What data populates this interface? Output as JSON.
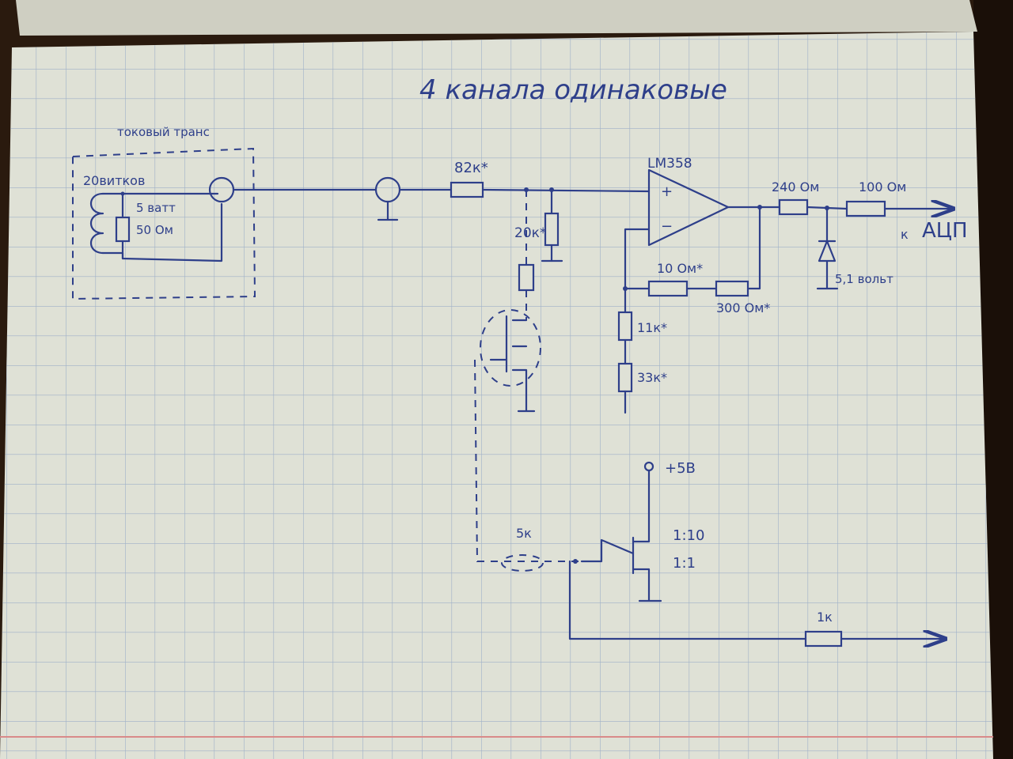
{
  "title": "4 канала одинаковые",
  "labels": {
    "transformer": "токовый транс",
    "turns": "20витков",
    "r_burden_power": "5 ватт",
    "r_burden_value": "50 Ом",
    "r_in": "82к*",
    "opamp": "LM358",
    "r_gnd": "20к*",
    "r_fb1": "10 Ом*",
    "r_fb2": "300 Ом*",
    "r_11k": "11к*",
    "r_33k": "33к*",
    "r_out1": "240 Ом",
    "r_out2": "100 Ом",
    "to_adc_prefix": "к",
    "to_adc": "АЦП",
    "zener": "5,1 вольт",
    "supply": "+5В",
    "ratio_top": "1:10",
    "ratio_bottom": "1:1",
    "r_5k": "5к",
    "r_1k": "1к",
    "opamp_plus": "+",
    "opamp_minus": "−"
  },
  "colors": {
    "ink": "#2e3f8a",
    "paper": "#dfe1d6",
    "grid": "#9fb0c8",
    "margin_line": "#d98a8a",
    "background": "#2a1a0e"
  }
}
